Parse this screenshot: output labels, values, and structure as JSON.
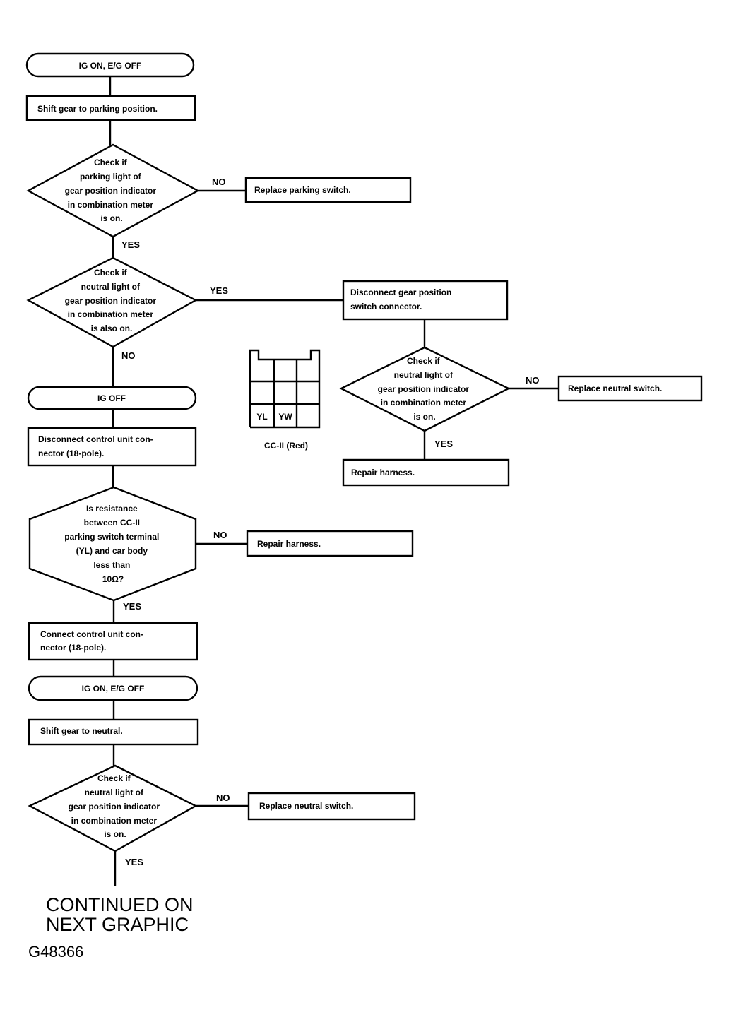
{
  "nodes": {
    "ig_on_1": "IG ON, E/G OFF",
    "shift_park": "Shift gear to parking position.",
    "check_parking": [
      "Check if",
      "parking light of",
      "gear position indicator",
      "in combination meter",
      "is on."
    ],
    "replace_parking": "Replace parking switch.",
    "check_neutral_also": [
      "Check if",
      "neutral light of",
      "gear position indicator",
      "in combination meter",
      "is also on."
    ],
    "disconnect_gear": [
      "Disconnect gear position",
      "switch connector."
    ],
    "check_neutral_2": [
      "Check if",
      "neutral light of",
      "gear position indicator",
      "in combination meter",
      "is on."
    ],
    "replace_neutral_1": "Replace neutral switch.",
    "repair_harness_1": "Repair harness.",
    "ig_off": "IG OFF",
    "disconnect_control": [
      "Disconnect control unit con-",
      "nector (18-pole)."
    ],
    "check_resistance": [
      "Is resistance",
      "between CC-II",
      "parking switch terminal",
      "(YL) and car body",
      "less than",
      "10Ω?"
    ],
    "repair_harness_2": "Repair harness.",
    "connect_control": [
      "Connect control unit con-",
      "nector (18-pole)."
    ],
    "ig_on_2": "IG ON, E/G OFF",
    "shift_neutral": "Shift gear to neutral.",
    "check_neutral_3": [
      "Check if",
      "neutral light of",
      "gear position indicator",
      "in combination meter",
      "is on."
    ],
    "replace_neutral_2": "Replace neutral switch."
  },
  "labels": {
    "no": "NO",
    "yes": "YES"
  },
  "connector": {
    "terminal_1": "YL",
    "terminal_2": "YW",
    "caption": "CC-II (Red)"
  },
  "footer": {
    "continued_line1": "CONTINUED ON",
    "continued_line2": "NEXT GRAPHIC",
    "figure_code": "G48366"
  }
}
